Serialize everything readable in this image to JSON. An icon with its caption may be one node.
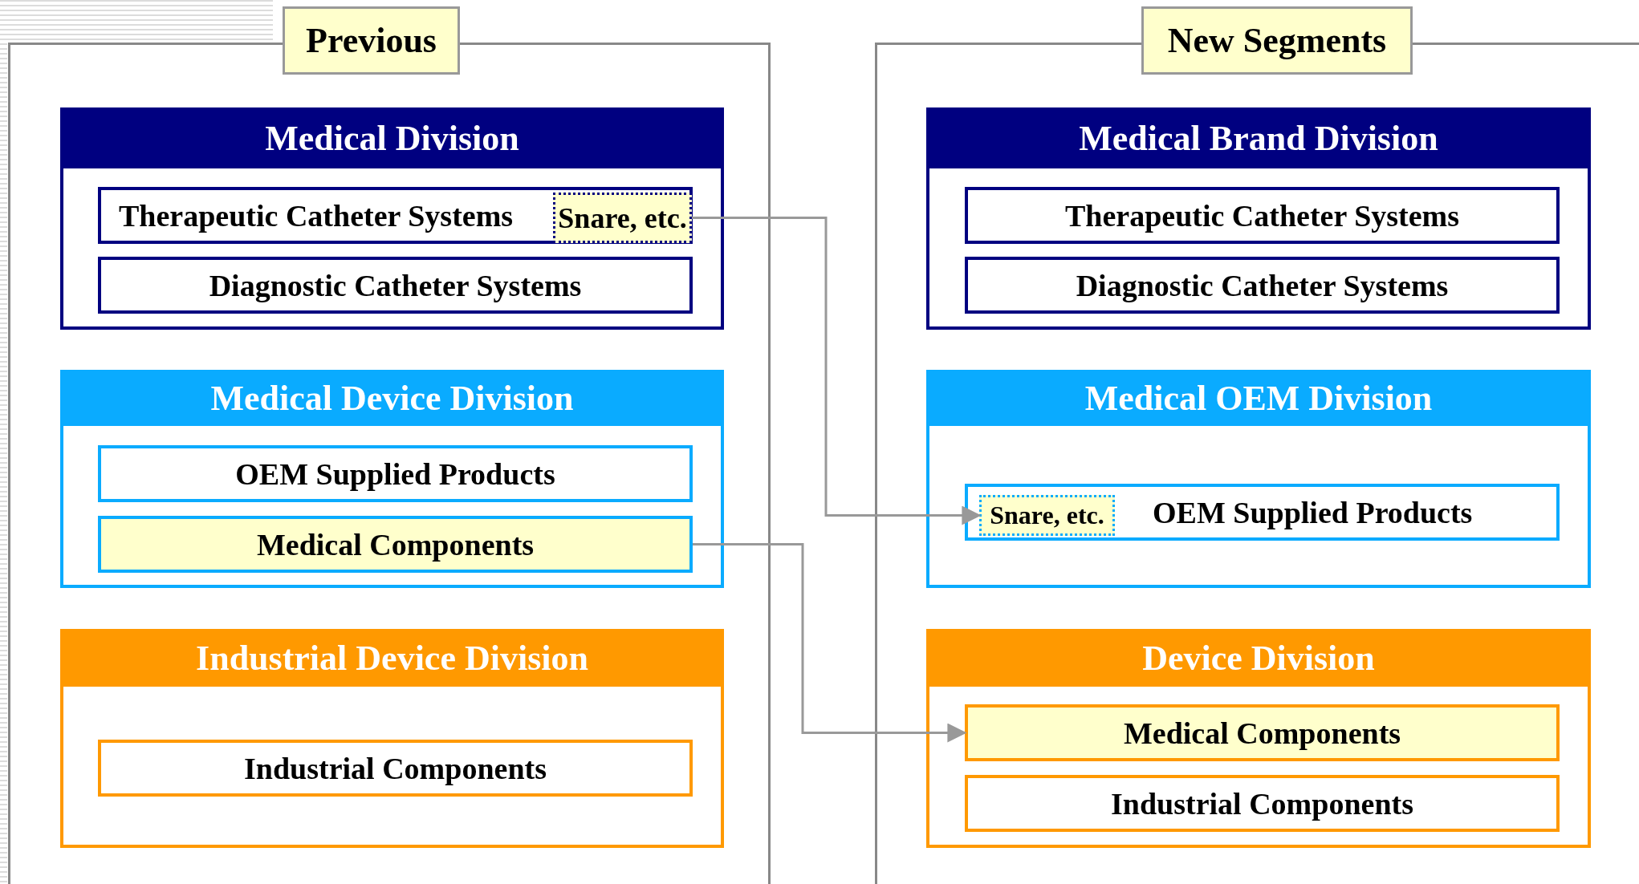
{
  "diagram": {
    "nodes": [
      {
        "text": [
          "Previous"
        ]
      },
      {
        "text": [
          "Medical Division"
        ],
        "in": 0
      },
      {
        "text": [
          "Therapeutic Catheter Systems"
        ],
        "in": 1
      },
      {
        "text": [
          "Snare, etc."
        ],
        "in": 2
      },
      {
        "text": [
          "Diagnostic Catheter Systems"
        ],
        "in": 1
      },
      {
        "text": [
          "Medical Device Division"
        ],
        "in": 0
      },
      {
        "text": [
          "OEM Supplied Products"
        ],
        "in": 5
      },
      {
        "text": [
          "Medical Components"
        ],
        "in": 5
      },
      {
        "text": [
          "Industrial Device Division"
        ],
        "in": 0
      },
      {
        "text": [
          "Industrial Components"
        ],
        "in": 8
      },
      {
        "text": [
          "New Segments"
        ]
      },
      {
        "text": [
          "Medical Brand Division"
        ],
        "in": 10
      },
      {
        "text": [
          "Therapeutic Catheter Systems"
        ],
        "in": 11
      },
      {
        "text": [
          "Diagnostic Catheter Systems"
        ],
        "in": 11
      },
      {
        "text": [
          "Medical OEM Division"
        ],
        "in": 10
      },
      {
        "text": [
          "OEM Supplied Products"
        ],
        "in": 14
      },
      {
        "text": [
          "Snare, etc."
        ],
        "in": 15
      },
      {
        "text": [
          "Device Division"
        ],
        "in": 10
      },
      {
        "text": [
          "Medical Components"
        ],
        "in": 17
      },
      {
        "text": [
          "Industrial Components"
        ],
        "in": 17
      }
    ],
    "edges": [
      {
        "from": 3,
        "to": 16,
        "arrow": "to"
      },
      {
        "from": 7,
        "to": 18,
        "arrow": "to"
      }
    ]
  }
}
